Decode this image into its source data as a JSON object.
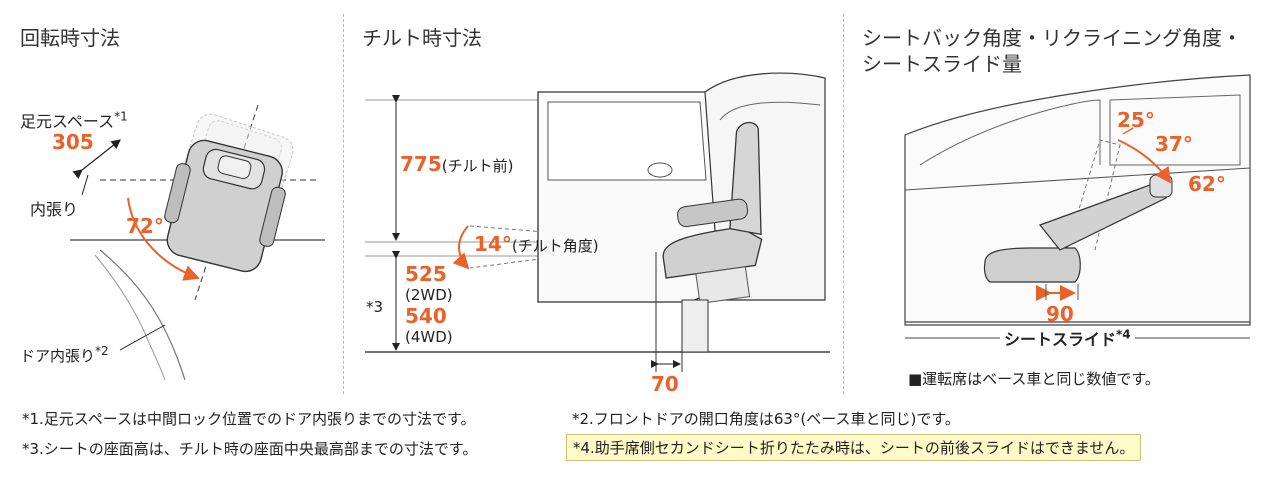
{
  "panels": {
    "rotation": {
      "title": "回転時寸法",
      "footroom_label": "足元スペース",
      "footroom_mark": "*1",
      "footroom_value": "305",
      "trim_label": "内張り",
      "angle_value": "72°",
      "door_trim_label": "ドア内張り",
      "door_trim_mark": "*2"
    },
    "tilt": {
      "title": "チルト時寸法",
      "height_value": "775",
      "height_note": "(チルト前)",
      "tilt_angle_value": "14°",
      "tilt_angle_note": "(チルト角度)",
      "seat_mark": "*3",
      "seat_2wd_value": "525",
      "seat_2wd_note": "(2WD)",
      "seat_4wd_value": "540",
      "seat_4wd_note": "(4WD)",
      "offset_value": "70"
    },
    "seat": {
      "title_line1": "シートバック角度・リクライニング角度・",
      "title_line2": "シートスライド量",
      "angle_25": "25°",
      "angle_37": "37°",
      "angle_62": "62°",
      "slide_value": "90",
      "slide_label": "シートスライド",
      "slide_mark": "*4",
      "driver_note": "■運転席はベース車と同じ数値です。"
    }
  },
  "notes": {
    "note1": "*1.足元スペースは中間ロック位置でのドア内張りまでの寸法です。",
    "note2": "*2.フロントドアの開口角度は63°(ベース車と同じ)です。",
    "note3": "*3.シートの座面高は、チルト時の座面中央最高部までの寸法です。",
    "note4": "*4.助手席側セカンドシート折りたたみ時は、シートの前後スライドはできません。"
  },
  "colors": {
    "accent": "#e8622a",
    "note_highlight": "#fffbc8"
  }
}
